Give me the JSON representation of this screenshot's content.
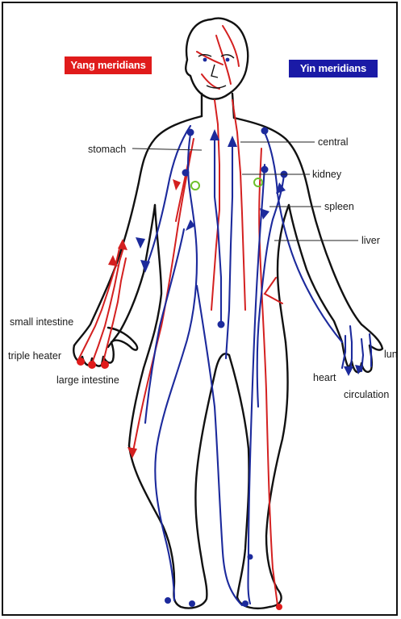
{
  "legend": {
    "yang": {
      "text": "Yang meridians",
      "color": "#e01b1b"
    },
    "yin": {
      "text": "Yin meridians",
      "color": "#1a1aa6"
    }
  },
  "labels": {
    "stomach": "stomach",
    "central": "central",
    "kidney": "kidney",
    "spleen": "spleen",
    "liver": "liver",
    "small_intestine": "small intestine",
    "triple_heater": "triple heater",
    "large_intestine": "large intestine",
    "heart": "heart",
    "lung": "lun",
    "circulation": "circulation"
  },
  "colors": {
    "outline": "#111111",
    "yang_line": "#d42020",
    "yin_line": "#1c2a9c",
    "leader_line": "#222222",
    "acupoint_ring": "#6cc02a"
  }
}
